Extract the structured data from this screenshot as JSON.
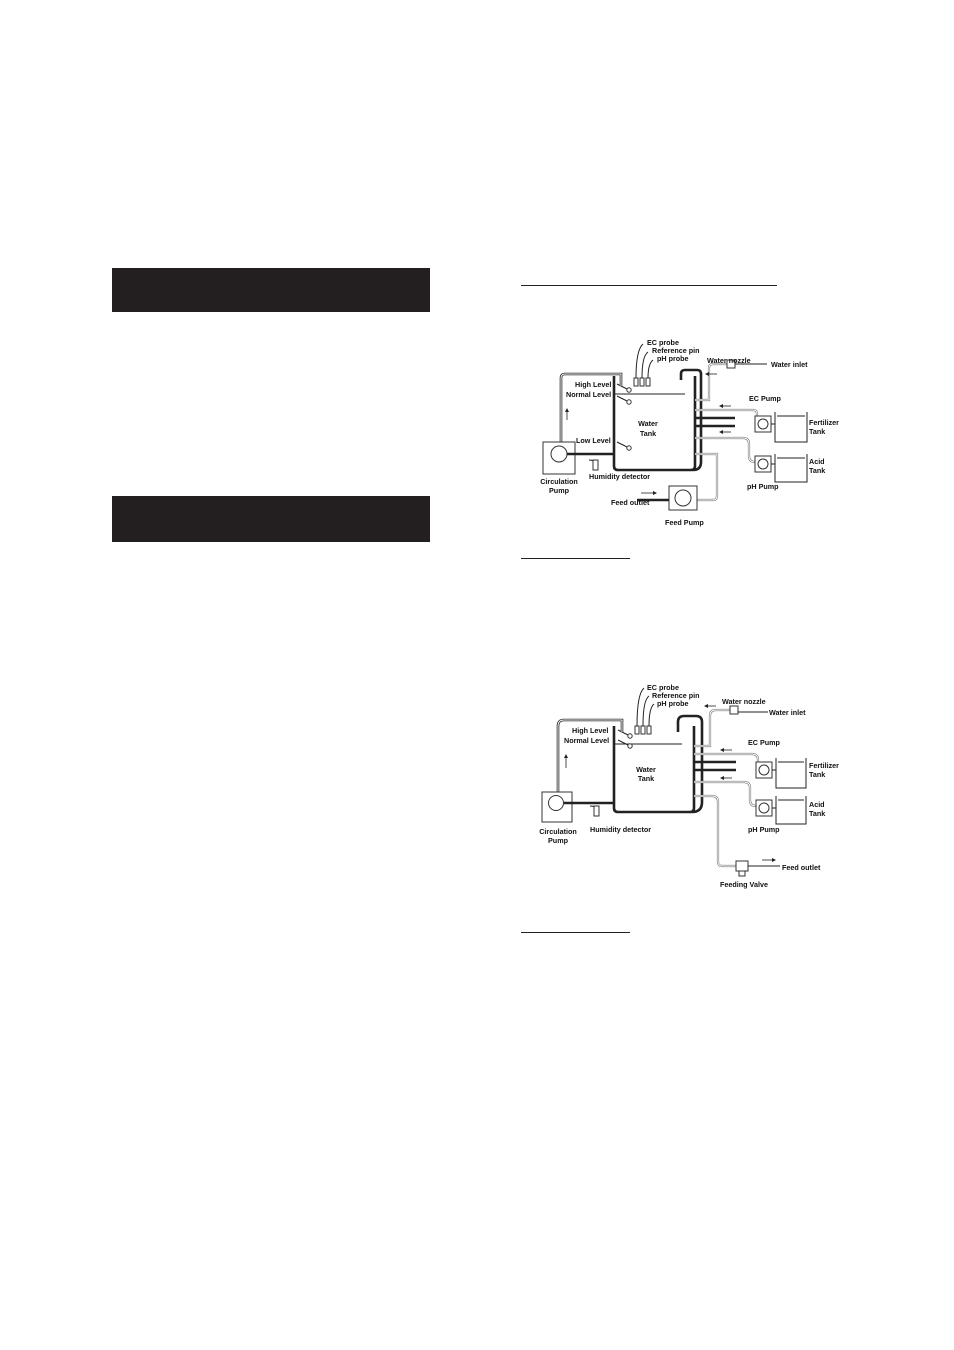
{
  "diagram1": {
    "labels": {
      "ec_probe": "EC probe",
      "reference_pin": "Reference pin",
      "ph_probe": "pH probe",
      "water_nozzle": "Water nozzle",
      "water_inlet": "Water inlet",
      "high_level": "High Level",
      "normal_level": "Normal Level",
      "low_level": "Low Level",
      "water": "Water",
      "tank": "Tank",
      "ec_pump": "EC Pump",
      "fertilizer": "Fertilizer",
      "fertilizer_tank": "Tank",
      "acid": "Acid",
      "acid_tank": "Tank",
      "ph_pump": "pH Pump",
      "circulation": "Circulation",
      "circulation_pump": "Pump",
      "humidity_detector": "Humidity detector",
      "feed_outlet": "Feed outlet",
      "feed_pump": "Feed Pump"
    }
  },
  "diagram2": {
    "labels": {
      "ec_probe": "EC probe",
      "reference_pin": "Reference pin",
      "ph_probe": "pH probe",
      "water_nozzle": "Water nozzle",
      "water_inlet": "Water inlet",
      "high_level": "High Level",
      "normal_level": "Normal Level",
      "water": "Water",
      "tank": "Tank",
      "ec_pump": "EC Pump",
      "fertilizer": "Fertilizer",
      "fertilizer_tank": "Tank",
      "acid": "Acid",
      "acid_tank": "Tank",
      "ph_pump": "pH Pump",
      "circulation": "Circulation",
      "circulation_pump": "Pump",
      "humidity_detector": "Humidity detector",
      "feed_outlet": "Feed outlet",
      "feeding_valve": "Feeding Valve"
    }
  }
}
